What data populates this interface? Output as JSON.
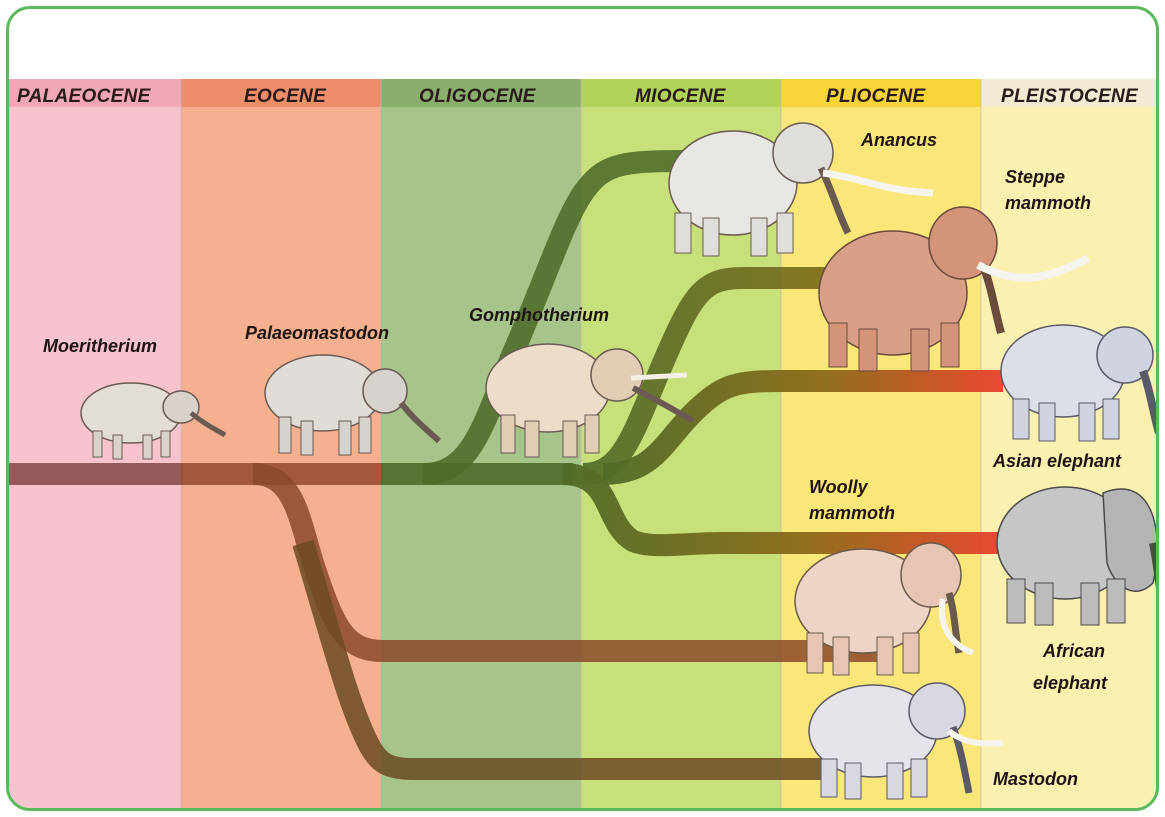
{
  "eras": [
    {
      "name": "PALAEOCENE",
      "band_color": "#f6c3ce",
      "header_color": "#f0a8b8"
    },
    {
      "name": "EOCENE",
      "band_color": "#f5b08f",
      "header_color": "#ee8d6a"
    },
    {
      "name": "OLIGOCENE",
      "band_color": "#a7c48b",
      "header_color": "#8aaf6d"
    },
    {
      "name": "MIOCENE",
      "band_color": "#c8e07a",
      "header_color": "#b2d35a"
    },
    {
      "name": "PLIOCENE",
      "band_color": "#fbe67a",
      "header_color": "#f7d437"
    },
    {
      "name": "PLEISTOCENE",
      "band_color": "#faf0b0",
      "header_color": "#f2ead2"
    }
  ],
  "species": [
    {
      "name": "Moeritherium",
      "animal_color": "#e2ddd6"
    },
    {
      "name": "Palaeomastodon",
      "animal_color": "#e0dcd8"
    },
    {
      "name": "Gomphotherium",
      "animal_color": "#ecdcc8"
    },
    {
      "name": "Anancus",
      "animal_color": "#e8e6e2"
    },
    {
      "name": "Steppe mammoth",
      "animal_color": "#d9a088"
    },
    {
      "name": "Asian elephant",
      "animal_color": "#dcdfe8"
    },
    {
      "name": "Woolly mammoth",
      "animal_color": "#edd4c4"
    },
    {
      "name": "African elephant",
      "animal_color": "#c6c6c6"
    },
    {
      "name": "Mastodon",
      "animal_color": "#e4e4ea"
    }
  ],
  "lineage_colors": {
    "early": "#8a5050",
    "eocene_branch": "#8b4a2a",
    "main": "#4f6b28",
    "extinct_fade": "#6a6a18",
    "living_fade": "#e8402a"
  }
}
